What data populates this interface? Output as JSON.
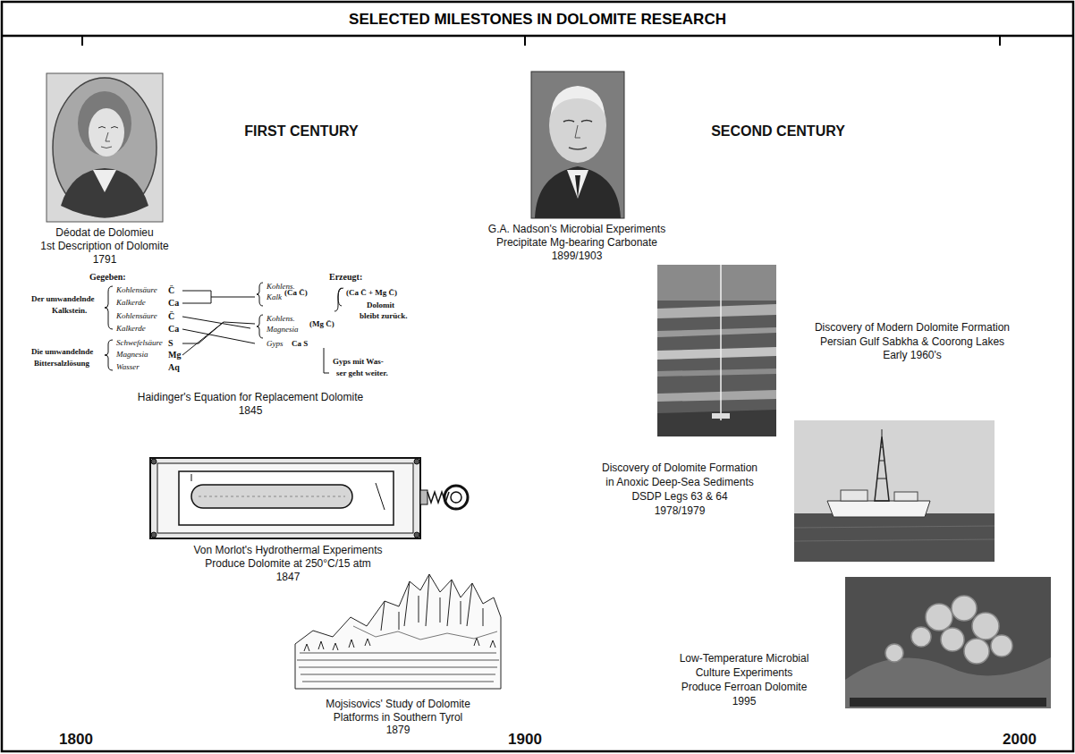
{
  "diagram": {
    "title": "SELECTED MILESTONES IN DOLOMITE RESEARCH",
    "labels": [
      "FIRST CENTURY",
      "SECOND CENTURY",
      "Déodat de Dolomieu",
      "1st Description of Dolomite",
      "1791",
      "G.A. Nadson's Microbial Experiments",
      "Precipitate Mg-bearing Carbonate",
      "1899/1903",
      "Gegeben:",
      "Erzeugt:",
      "Der umwandelnde",
      "Kalkstein.",
      "Kohlensäure",
      "Kalkerde",
      "Kohlensäure",
      "Kalkerde",
      "C̈",
      "Ca",
      "C̈",
      "Ca",
      "Kohlens.",
      "Kalk",
      "(Ca C̈)",
      "(Ca C̈ + Mg C̈)",
      "Dolomit",
      "bleibt zurück.",
      "Kohlens.",
      "Magnesia",
      "(Mg C̈)",
      "Die umwandelnde",
      "Bittersalzlösung",
      "Schwefelsäure",
      "Magnesia",
      "Wasser",
      "S⃛",
      "Mg",
      "Aq",
      "Gyps",
      "Ca S⃛",
      "Gyps mit Was-",
      "ser geht weiter.",
      "Haidinger's Equation for Replacement Dolomite",
      "1845",
      "Von Morlot's Hydrothermal Experiments",
      "Produce Dolomite at 250°C/15 atm",
      "1847",
      "Mojsisovics' Study of Dolomite",
      "Platforms in Southern Tyrol",
      "1879",
      "Discovery of Modern Dolomite Formation",
      "Persian Gulf Sabkha & Coorong Lakes",
      "Early 1960's",
      "Discovery of Dolomite Formation",
      "in Anoxic Deep-Sea Sediments",
      "DSDP Legs 63 & 64",
      "1978/1979",
      "Low-Temperature Microbial",
      "Culture Experiments",
      "Produce Ferroan Dolomite",
      "1995",
      "1800",
      "1900",
      "2000"
    ]
  }
}
